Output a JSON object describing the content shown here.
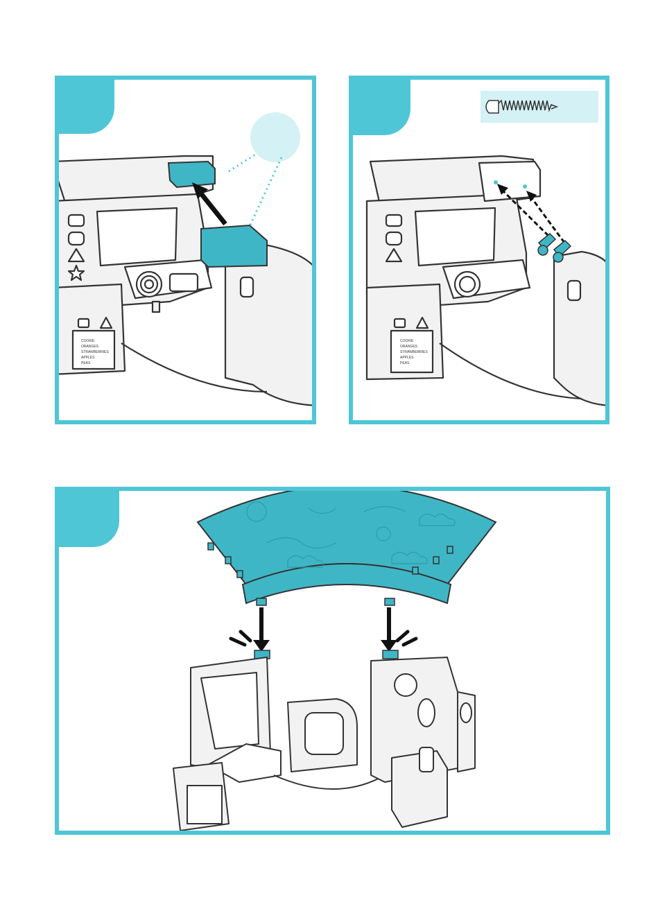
{
  "panels": [
    {
      "id": "step-a",
      "step_label": ""
    },
    {
      "id": "step-b",
      "step_label": "",
      "callout": "screw"
    },
    {
      "id": "step-c",
      "step_label": ""
    }
  ],
  "kitchen_label_lines": [
    "COOKIE",
    "ORANGES",
    "STRAWBERRIES",
    "APPLES",
    "PEAS"
  ],
  "colors": {
    "accent": "#4ec6d6",
    "accent_light": "#d4f1f5",
    "part_fill": "#3fb6c5",
    "outline": "#333333",
    "body": "#f2f2f2"
  },
  "icons": [
    "screw-icon",
    "arrow-icon",
    "click-mark-icon",
    "callout-circle-icon"
  ]
}
